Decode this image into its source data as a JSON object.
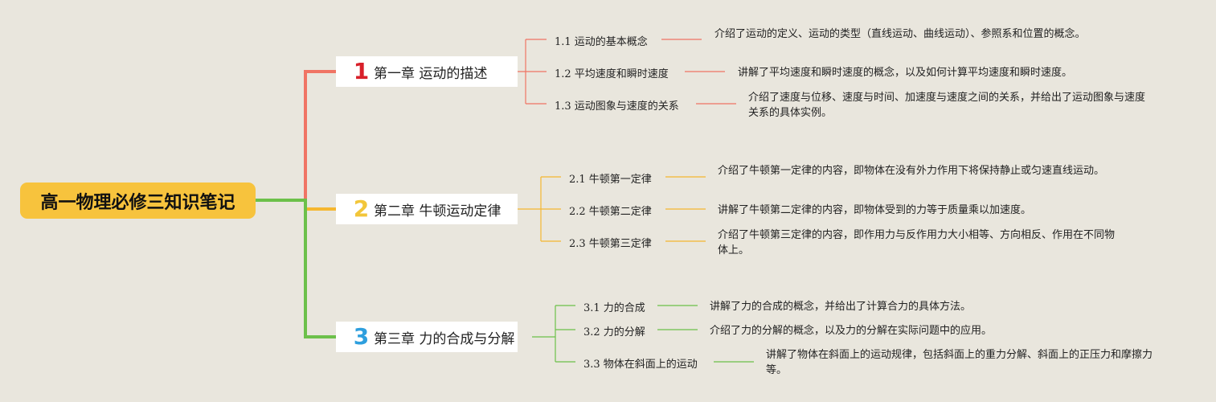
{
  "root": {
    "title": "高一物理必修三知识笔记"
  },
  "chapters": [
    {
      "num": "1",
      "title": "第一章 运动的描述",
      "color": "#f07464",
      "num_color": "#d8202a",
      "sections": [
        {
          "title": "1.1 运动的基本概念",
          "desc": "介绍了运动的定义、运动的类型（直线运动、曲线运动）、参照系和位置的概念。"
        },
        {
          "title": "1.2 平均速度和瞬时速度",
          "desc": "讲解了平均速度和瞬时速度的概念，以及如何计算平均速度和瞬时速度。"
        },
        {
          "title": "1.3 运动图象与速度的关系",
          "desc": "介绍了速度与位移、速度与时间、加速度与速度之间的关系，并给出了运动图象与速度关系的具体实例。"
        }
      ]
    },
    {
      "num": "2",
      "title": "第二章 牛顿运动定律",
      "color": "#f5b730",
      "num_color": "#f2c63a",
      "sections": [
        {
          "title": "2.1 牛顿第一定律",
          "desc": "介绍了牛顿第一定律的内容，即物体在没有外力作用下将保持静止或匀速直线运动。"
        },
        {
          "title": "2.2 牛顿第二定律",
          "desc": "讲解了牛顿第二定律的内容，即物体受到的力等于质量乘以加速度。"
        },
        {
          "title": "2.3 牛顿第三定律",
          "desc": "介绍了牛顿第三定律的内容，即作用力与反作用力大小相等、方向相反、作用在不同物体上。"
        }
      ]
    },
    {
      "num": "3",
      "title": "第三章 力的合成与分解",
      "color": "#6cc04a",
      "num_color": "#2e9fde",
      "sections": [
        {
          "title": "3.1 力的合成",
          "desc": "讲解了力的合成的概念，并给出了计算合力的具体方法。"
        },
        {
          "title": "3.2 力的分解",
          "desc": "介绍了力的分解的概念，以及力的分解在实际问题中的应用。"
        },
        {
          "title": "3.3 物体在斜面上的运动",
          "desc": "讲解了物体在斜面上的运动规律，包括斜面上的重力分解、斜面上的正压力和摩擦力等。"
        }
      ]
    }
  ]
}
